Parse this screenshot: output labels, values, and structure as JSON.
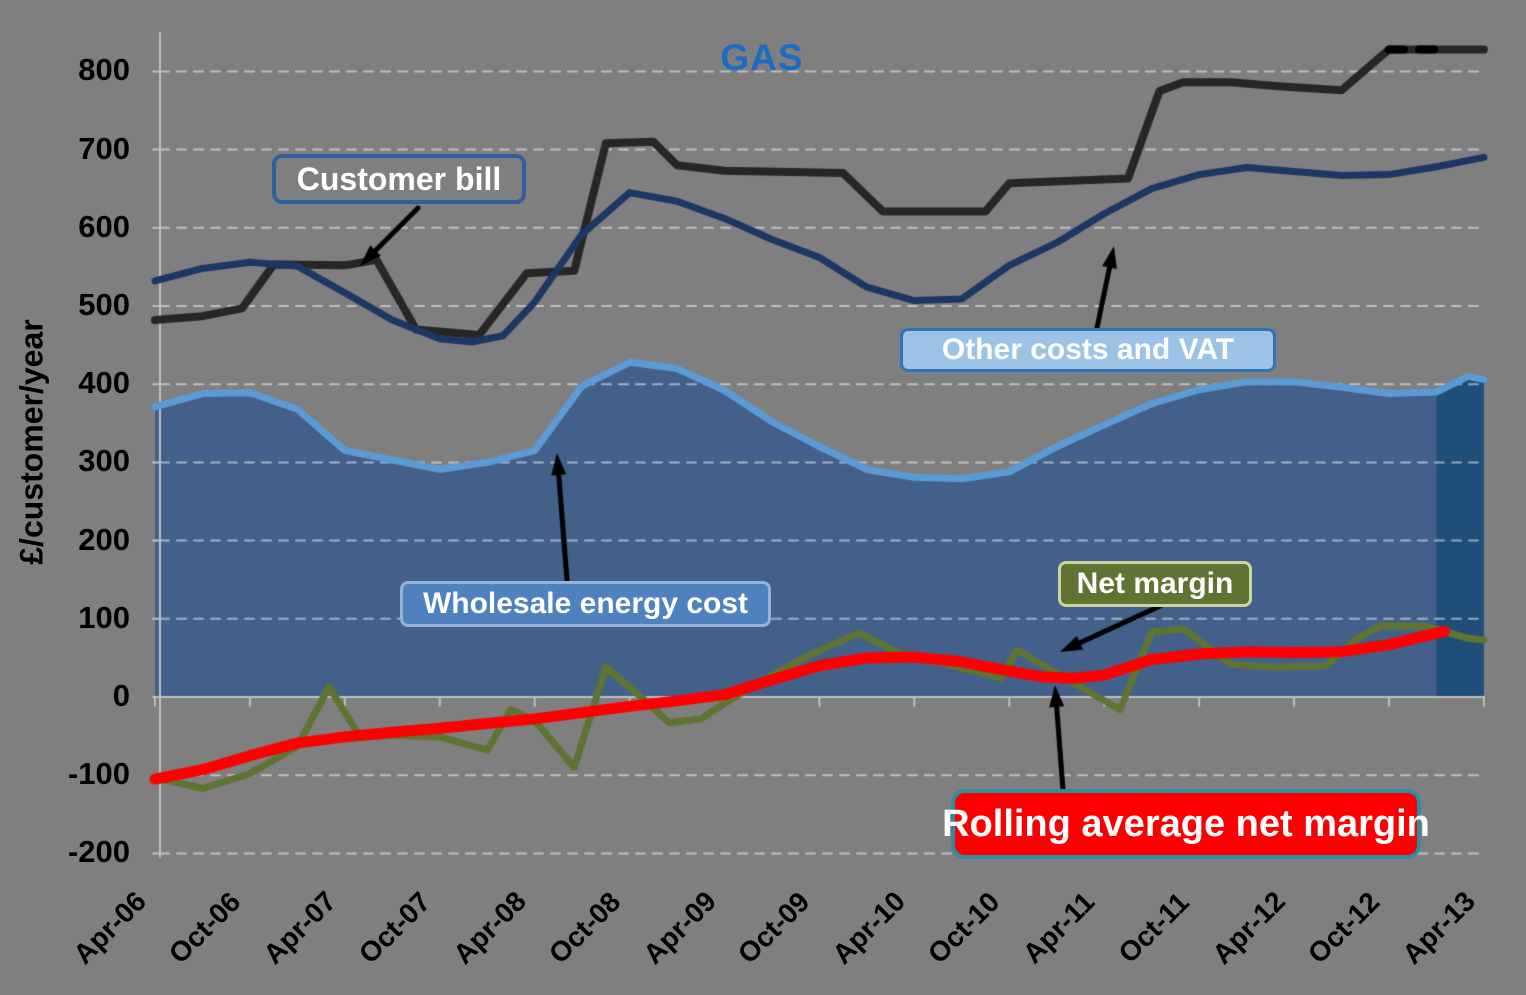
{
  "title": {
    "text": "GAS",
    "color": "#1C6CC3"
  },
  "y_axis": {
    "title": "£/customer/year",
    "ticks": [
      800,
      700,
      600,
      500,
      400,
      300,
      200,
      100,
      0,
      -100,
      -200
    ],
    "min": -200,
    "max": 800
  },
  "x_axis": {
    "labels": [
      "Apr-06",
      "Oct-06",
      "Apr-07",
      "Oct-07",
      "Apr-08",
      "Oct-08",
      "Apr-09",
      "Oct-09",
      "Apr-10",
      "Oct-10",
      "Apr-11",
      "Oct-11",
      "Apr-12",
      "Oct-12",
      "Apr-13"
    ],
    "tick_interval_months": 6
  },
  "callouts": {
    "customer_bill": "Customer bill",
    "other_costs_vat": "Other costs and  VAT",
    "wholesale": "Wholesale energy cost",
    "net_margin": "Net margin",
    "rolling_avg": "Rolling average net margin"
  },
  "chart_data": {
    "type": "combo",
    "x_unit": "months since Apr-2006 (0 = Apr-06, 84 = Apr-13)",
    "ylim": [
      -200,
      800
    ],
    "grid": "horizontal dashed every 100",
    "series": [
      {
        "name": "Wholesale energy cost",
        "type": "area",
        "line_color": "#5B9BD5",
        "fill_color": "#43608B",
        "final_quarter_fill": "#1F4E79",
        "final_quarter_from_month": 81,
        "points": [
          [
            0,
            371
          ],
          [
            3,
            388
          ],
          [
            6,
            389
          ],
          [
            9,
            368
          ],
          [
            12,
            315
          ],
          [
            15,
            303
          ],
          [
            18,
            291
          ],
          [
            21,
            300
          ],
          [
            24,
            315
          ],
          [
            27,
            398
          ],
          [
            30,
            428
          ],
          [
            33,
            420
          ],
          [
            36,
            392
          ],
          [
            39,
            352
          ],
          [
            42,
            320
          ],
          [
            45,
            291
          ],
          [
            48,
            281
          ],
          [
            51,
            279
          ],
          [
            54,
            288
          ],
          [
            57,
            320
          ],
          [
            60,
            348
          ],
          [
            63,
            375
          ],
          [
            66,
            393
          ],
          [
            69,
            403
          ],
          [
            72,
            403
          ],
          [
            75,
            396
          ],
          [
            78,
            388
          ],
          [
            81,
            390
          ],
          [
            83,
            410
          ],
          [
            84,
            406
          ]
        ]
      },
      {
        "name": "Net margin",
        "type": "line",
        "line_color": "#5F7433",
        "points": [
          [
            0,
            -103
          ],
          [
            3,
            -117
          ],
          [
            6,
            -98
          ],
          [
            9,
            -63
          ],
          [
            11,
            13
          ],
          [
            13,
            -52
          ],
          [
            15,
            -49
          ],
          [
            18,
            -51
          ],
          [
            21,
            -68
          ],
          [
            22.5,
            -16
          ],
          [
            24,
            -30
          ],
          [
            26.5,
            -90
          ],
          [
            28.5,
            38
          ],
          [
            31,
            -5
          ],
          [
            32.5,
            -33
          ],
          [
            34.5,
            -28
          ],
          [
            36,
            -8
          ],
          [
            38,
            16
          ],
          [
            41,
            50
          ],
          [
            44.5,
            82
          ],
          [
            47,
            56
          ],
          [
            50,
            42
          ],
          [
            53.5,
            24
          ],
          [
            54.5,
            60
          ],
          [
            57,
            30
          ],
          [
            61,
            -16
          ],
          [
            63,
            83
          ],
          [
            65,
            87
          ],
          [
            68,
            42
          ],
          [
            71,
            38
          ],
          [
            74,
            40
          ],
          [
            76,
            75
          ],
          [
            77.5,
            91
          ],
          [
            80.5,
            90
          ],
          [
            83,
            75
          ],
          [
            84,
            73
          ]
        ]
      },
      {
        "name": "Rolling average net margin",
        "type": "line",
        "line_color": "#FE0000",
        "points": [
          [
            0,
            -105
          ],
          [
            3,
            -93
          ],
          [
            6,
            -75
          ],
          [
            9,
            -59
          ],
          [
            12,
            -51
          ],
          [
            15,
            -45
          ],
          [
            18,
            -40
          ],
          [
            21,
            -34
          ],
          [
            24,
            -28
          ],
          [
            27,
            -20
          ],
          [
            30,
            -12
          ],
          [
            33,
            -5
          ],
          [
            36,
            3
          ],
          [
            39,
            22
          ],
          [
            42,
            40
          ],
          [
            45,
            50
          ],
          [
            48,
            51
          ],
          [
            51,
            45
          ],
          [
            54,
            33
          ],
          [
            56,
            26
          ],
          [
            58,
            24
          ],
          [
            60,
            28
          ],
          [
            63,
            48
          ],
          [
            66,
            55
          ],
          [
            69,
            58
          ],
          [
            72,
            57
          ],
          [
            75,
            58
          ],
          [
            78,
            67
          ],
          [
            81.5,
            84
          ]
        ]
      },
      {
        "name": "Customer bill",
        "type": "line",
        "line_color": "#262626",
        "dashed_segment_months": [
          78,
          81.5
        ],
        "points": [
          [
            0,
            482
          ],
          [
            3,
            487
          ],
          [
            5.5,
            497
          ],
          [
            7.5,
            553
          ],
          [
            12,
            552
          ],
          [
            14,
            559
          ],
          [
            16.5,
            470
          ],
          [
            20.5,
            463
          ],
          [
            23.5,
            542
          ],
          [
            26.5,
            545
          ],
          [
            28.5,
            708
          ],
          [
            31.5,
            710
          ],
          [
            33,
            680
          ],
          [
            36,
            673
          ],
          [
            43.5,
            670
          ],
          [
            46,
            621
          ],
          [
            52.5,
            621
          ],
          [
            54,
            657
          ],
          [
            61.5,
            663
          ],
          [
            63.5,
            775
          ],
          [
            65,
            786
          ],
          [
            68,
            786
          ],
          [
            71,
            781
          ],
          [
            75,
            776
          ],
          [
            78,
            828
          ],
          [
            84,
            828
          ]
        ]
      },
      {
        "name": "Other costs and VAT",
        "type": "line",
        "line_color": "#1B3763",
        "points": [
          [
            0,
            532
          ],
          [
            3,
            548
          ],
          [
            6,
            556
          ],
          [
            9,
            551
          ],
          [
            12,
            517
          ],
          [
            15,
            482
          ],
          [
            18,
            458
          ],
          [
            20,
            454
          ],
          [
            22,
            462
          ],
          [
            24,
            505
          ],
          [
            27,
            592
          ],
          [
            30,
            645
          ],
          [
            33,
            634
          ],
          [
            36,
            612
          ],
          [
            39,
            585
          ],
          [
            42,
            562
          ],
          [
            45,
            524
          ],
          [
            48,
            507
          ],
          [
            51,
            509
          ],
          [
            54,
            552
          ],
          [
            57,
            581
          ],
          [
            60,
            618
          ],
          [
            63,
            650
          ],
          [
            66,
            668
          ],
          [
            69,
            677
          ],
          [
            72,
            672
          ],
          [
            75,
            667
          ],
          [
            78,
            668
          ],
          [
            81,
            678
          ],
          [
            84,
            690
          ]
        ]
      }
    ]
  }
}
